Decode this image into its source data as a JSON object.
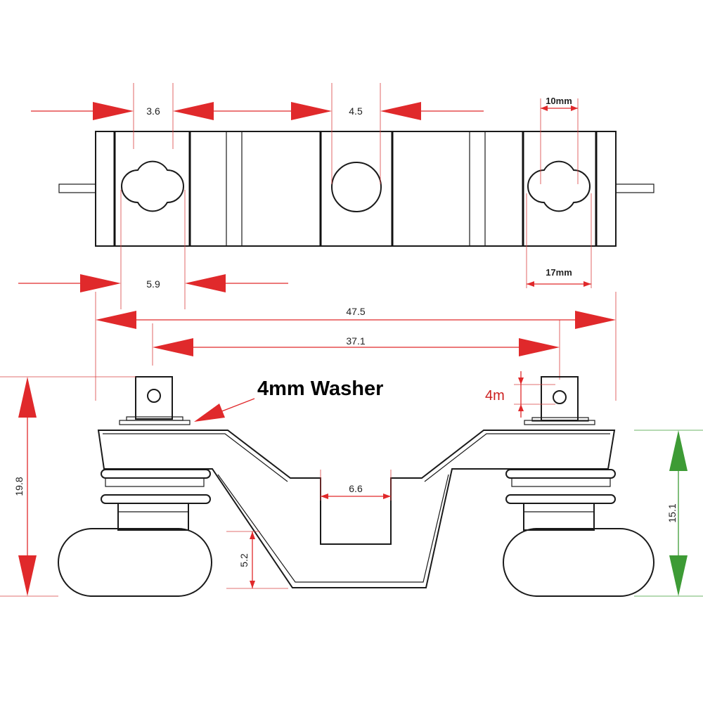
{
  "top_view": {
    "dim_3_6": "3.6",
    "dim_4_5": "4.5",
    "dim_10mm": "10mm",
    "dim_5_9": "5.9",
    "dim_17mm": "17mm"
  },
  "overall": {
    "dim_47_5": "47.5",
    "dim_37_1": "37.1"
  },
  "side_view": {
    "washer_label": "4mm Washer",
    "dim_4m": "4m",
    "dim_19_8": "19.8",
    "dim_6_6": "6.6",
    "dim_5_2": "5.2",
    "dim_15_1": "15.1"
  },
  "colors": {
    "dimension_red": "#e0292b",
    "dimension_green": "#3d9b35",
    "outline": "#1a1a1a"
  }
}
